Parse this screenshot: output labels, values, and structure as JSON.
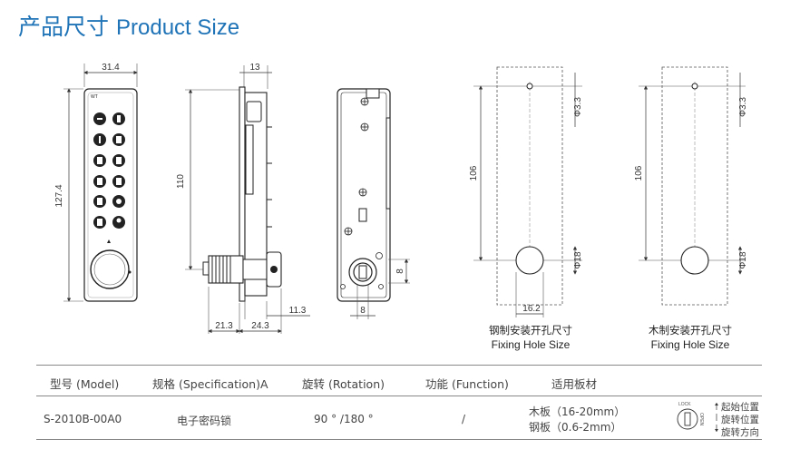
{
  "title": {
    "cn": "产品尺寸",
    "en": "Product Size"
  },
  "dimensions": {
    "front_width": "31.4",
    "front_height": "127.4",
    "side_depth": "13",
    "side_height": "110",
    "cam_left": "21.3",
    "cam_right": "24.3",
    "plate_offset": "11.3",
    "back_cam": "8",
    "back_width": "8",
    "hole_small": "Φ3.3",
    "hole_large": "Φ18",
    "hole_distance": "106",
    "hole_offset": "16.2"
  },
  "captions": {
    "steel": {
      "cn": "钢制安装开孔尺寸",
      "en": "Fixing Hole Size"
    },
    "wood": {
      "cn": "木制安装开孔尺寸",
      "en": "Fixing Hole Size"
    }
  },
  "keypad_keys": [
    "",
    "",
    "",
    "",
    "",
    "",
    "",
    "",
    "",
    "",
    "",
    ""
  ],
  "table": {
    "headers": [
      "型号 (Model)",
      "规格 (Specification)A",
      "旋转 (Rotation)",
      "功能 (Function)",
      "适用板材"
    ],
    "row": {
      "model": "S-2010B-00A0",
      "spec": "电子密码锁",
      "rotation": "90 ° /180 °",
      "function": "/",
      "material_1": "木板（16-20mm）",
      "material_2": "钢板（0.6-2mm）"
    },
    "icon": {
      "lock": "LOCK",
      "open": "OPEN"
    },
    "legend": [
      "起始位置",
      "旋转位置",
      "旋转方向"
    ]
  }
}
